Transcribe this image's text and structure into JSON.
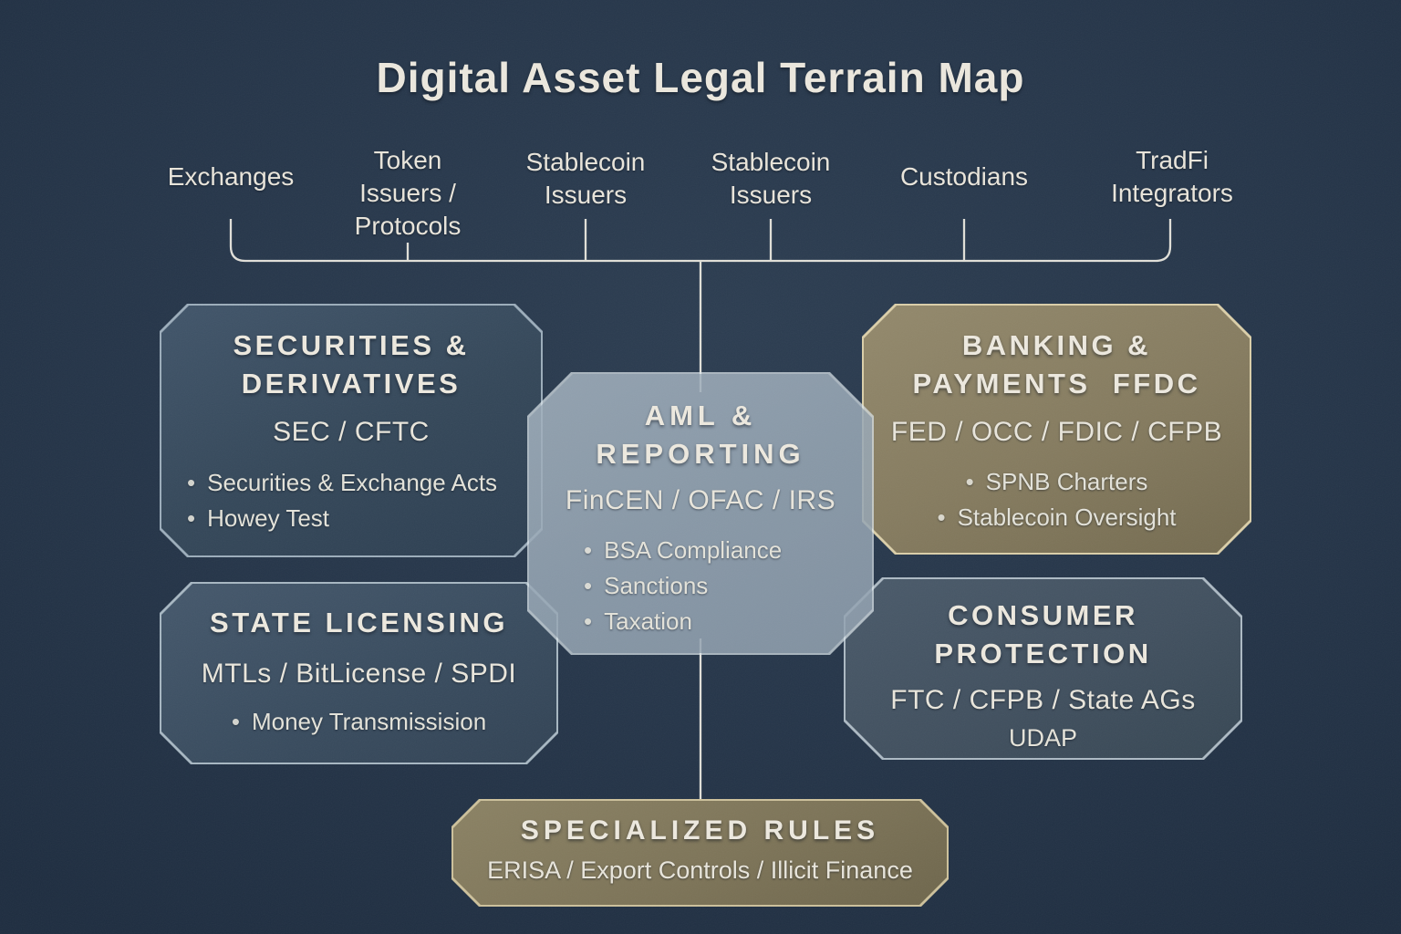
{
  "title": "Digital Asset Legal Terrain Map",
  "bullet_marker": "•",
  "top_labels": {
    "exchanges": "Exchanges",
    "token_issuers": "Token\nIssuers /\nProtocols",
    "stablecoin_issuers_1": "Stablecoin\nIssuers",
    "stablecoin_issuers_2": "Stablecoin\nIssuers",
    "custodians": "Custodians",
    "tradfi_integrators": "TradFi\nIntegrators"
  },
  "boxes": {
    "securities": {
      "title": "SECURITIES &\nDERIVATIVES",
      "agencies": "SEC / CFTC",
      "bullets": [
        "Securities & Exchange Acts",
        "Howey Test"
      ]
    },
    "aml": {
      "title": "AML &\nREPORTING",
      "agencies": "FinCEN / OFAC / IRS",
      "bullets": [
        "BSA Compliance",
        "Sanctions",
        "Taxation"
      ]
    },
    "banking": {
      "title": "BANKING &\nPAYMENTS  FFDC",
      "agencies": "FED / OCC / FDIC / CFPB",
      "bullets": [
        "SPNB Charters",
        "Stablecoin Oversight"
      ]
    },
    "state_licensing": {
      "title": "STATE LICENSING",
      "agencies": "MTLs / BitLicense / SPDI",
      "bullets": [
        "Money Transmissision"
      ]
    },
    "consumer": {
      "title": "CONSUMER\nPROTECTION",
      "agencies": "FTC / CFPB / State AGs",
      "note": "UDAP"
    },
    "specialized": {
      "title": "SPECIALIZED RULES",
      "agencies": "ERISA / Export Controls / Illicit Finance"
    }
  },
  "colors": {
    "background": "#243448",
    "panel_blue": "#394c5f",
    "panel_tan": "#857b5f",
    "border_blue_gray": "#a7b7c2",
    "border_cream": "#dbcfa9",
    "text_cream": "#ece8de",
    "connector_line": "#ebe9e0"
  }
}
